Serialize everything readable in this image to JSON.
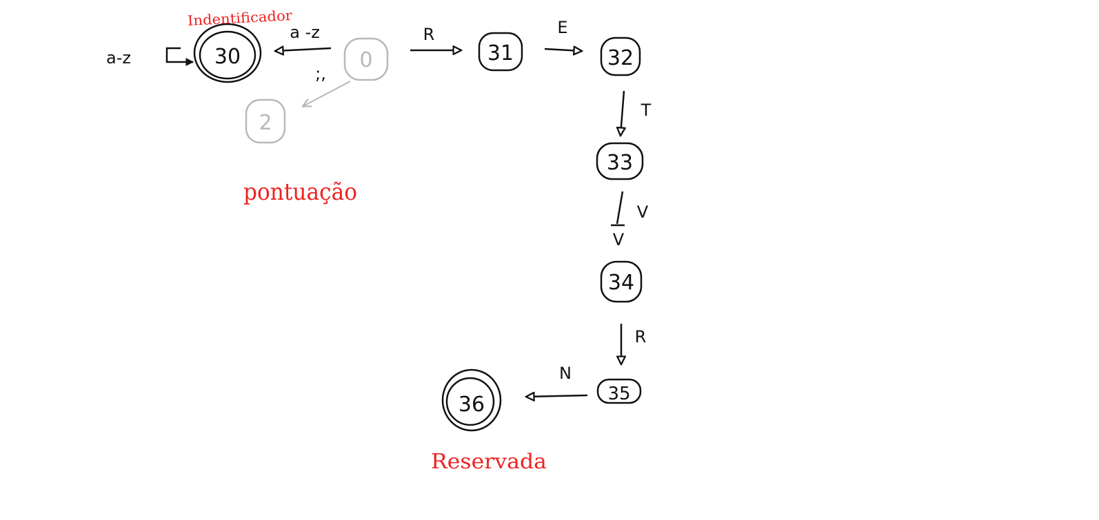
{
  "colors": {
    "ink": "#111111",
    "faded": "#b8b8b8",
    "annotation": "#ee2222",
    "background": "#ffffff"
  },
  "diagram": {
    "states": [
      {
        "id": "30",
        "label": "30",
        "accept": true,
        "faded": false
      },
      {
        "id": "0",
        "label": "0",
        "accept": false,
        "faded": true
      },
      {
        "id": "2",
        "label": "2",
        "accept": false,
        "faded": true
      },
      {
        "id": "31",
        "label": "31",
        "accept": false,
        "faded": false
      },
      {
        "id": "32",
        "label": "32",
        "accept": false,
        "faded": false
      },
      {
        "id": "33",
        "label": "33",
        "accept": false,
        "faded": false
      },
      {
        "id": "34",
        "label": "34",
        "accept": false,
        "faded": false
      },
      {
        "id": "35",
        "label": "35",
        "accept": false,
        "faded": false
      },
      {
        "id": "36",
        "label": "36",
        "accept": true,
        "faded": false
      }
    ],
    "transitions": [
      {
        "from": "30",
        "to": "30",
        "label": "a-z"
      },
      {
        "from": "0",
        "to": "30",
        "label": "a -z"
      },
      {
        "from": "0",
        "to": "2",
        "label": ";,"
      },
      {
        "from": "0",
        "to": "31",
        "label": "R"
      },
      {
        "from": "31",
        "to": "32",
        "label": "E"
      },
      {
        "from": "32",
        "to": "33",
        "label": "T"
      },
      {
        "from": "33",
        "to": "34",
        "label": "V"
      },
      {
        "from": "34",
        "to": "35",
        "label": "R"
      },
      {
        "from": "35",
        "to": "36",
        "label": "N"
      }
    ],
    "annotations": {
      "identificador": "Indentificador",
      "pontuacao": "pontuação",
      "reservada": "Reservada"
    },
    "extra_marks": {
      "vv": "V"
    }
  }
}
